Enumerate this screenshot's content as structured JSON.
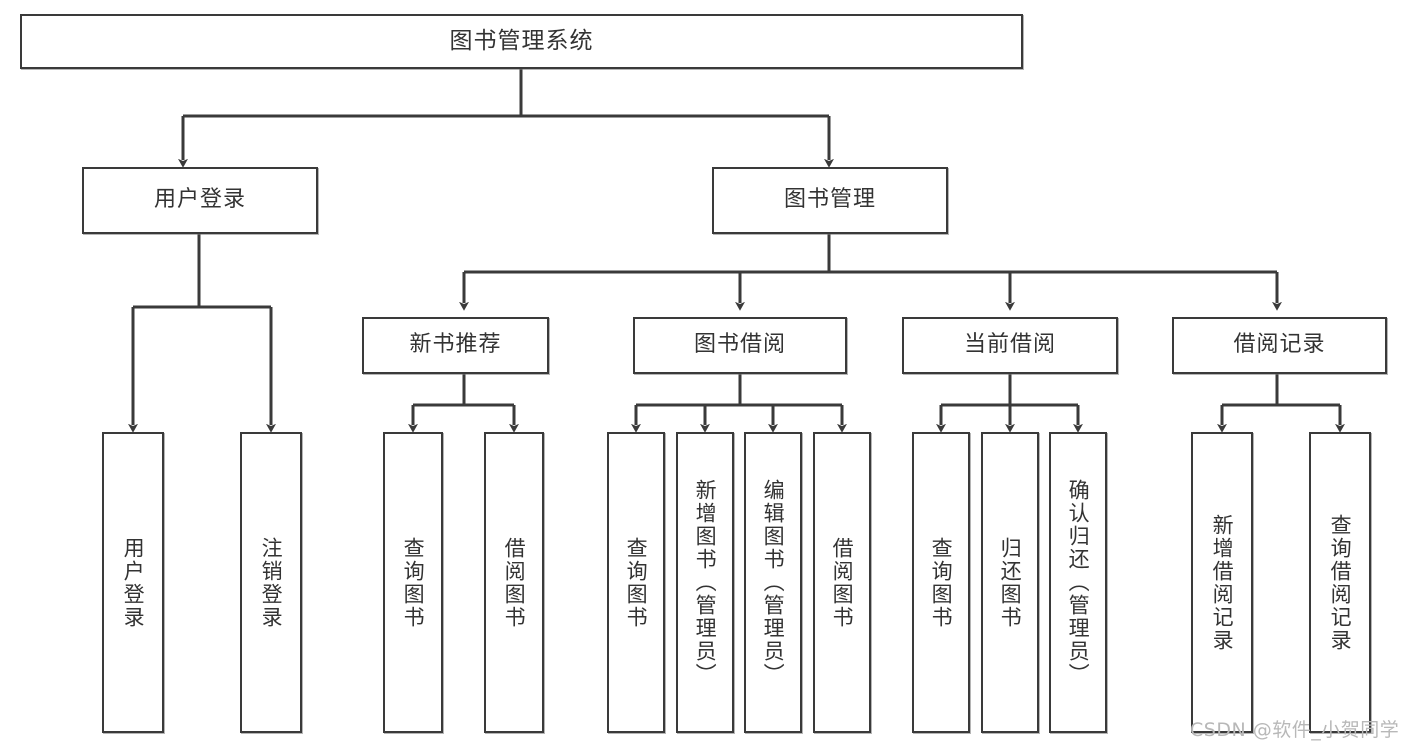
{
  "diagram": {
    "title": "图书管理系统",
    "type": "tree-hierarchy",
    "watermark": "CSDN @软件_小贺同学",
    "colors": {
      "stroke": "#3a3a3a",
      "fill": "#ffffff",
      "text": "#333333",
      "watermark": "#b8b8b8"
    },
    "root": {
      "label": "图书管理系统"
    },
    "level2": [
      {
        "label": "用户登录"
      },
      {
        "label": "图书管理"
      }
    ],
    "level3": [
      {
        "label": "新书推荐"
      },
      {
        "label": "图书借阅"
      },
      {
        "label": "当前借阅"
      },
      {
        "label": "借阅记录"
      }
    ],
    "leaves": {
      "user_login": [
        {
          "label": "用户登录"
        },
        {
          "label": "注销登录"
        }
      ],
      "new_book_recommend": [
        {
          "label": "查询图书"
        },
        {
          "label": "借阅图书"
        }
      ],
      "book_borrow": [
        {
          "label": "查询图书"
        },
        {
          "label": "新增图书（管理员）"
        },
        {
          "label": "编辑图书（管理员）"
        },
        {
          "label": "借阅图书"
        }
      ],
      "current_borrow": [
        {
          "label": "查询图书"
        },
        {
          "label": "归还图书"
        },
        {
          "label": "确认归还（管理员）"
        }
      ],
      "borrow_record": [
        {
          "label": "新增借阅记录"
        },
        {
          "label": "查询借阅记录"
        }
      ]
    }
  }
}
